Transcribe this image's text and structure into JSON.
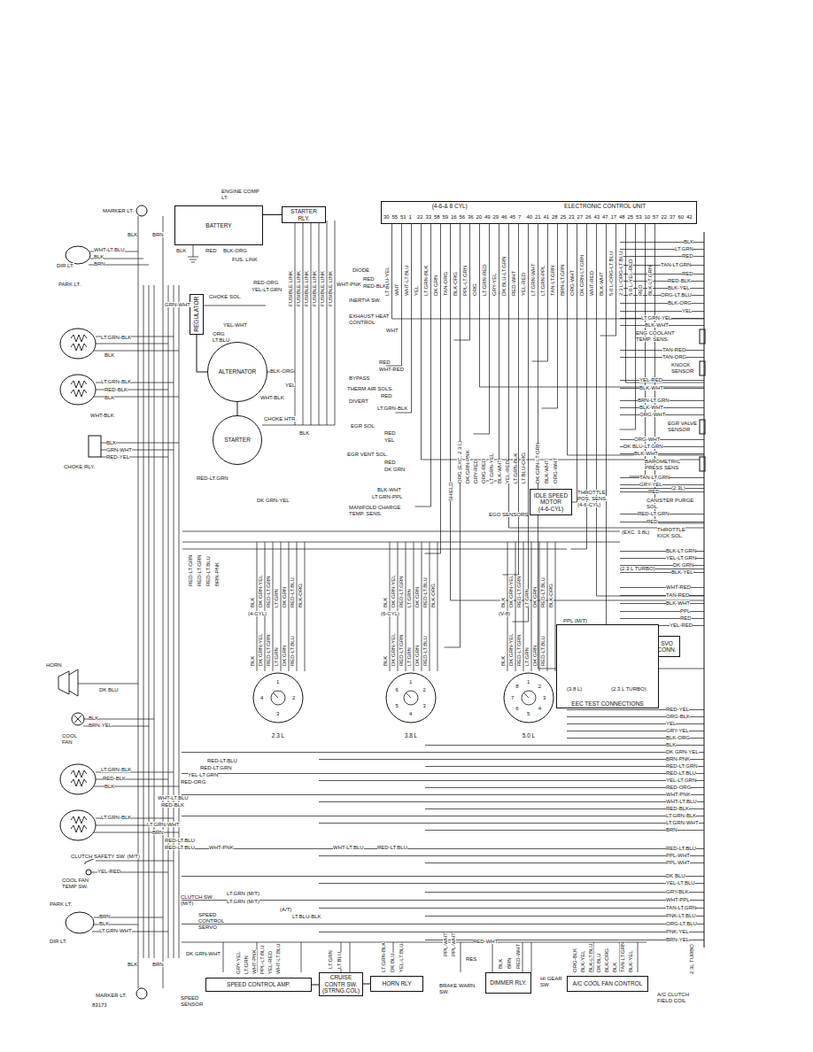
{
  "diagram": {
    "nodes": [
      {
        "text": [
          "BATTERY"
        ]
      },
      {
        "text": [
          "STARTER RLY."
        ]
      },
      {
        "text": [
          "(4-6-& 8 CYL)",
          "ELECTRONIC CONTROL UNIT"
        ]
      },
      {
        "text": [
          "REGULATOR"
        ]
      },
      {
        "text": [
          "ALTERNATOR"
        ]
      },
      {
        "text": [
          "STARTER"
        ]
      },
      {
        "text": [
          "IDLE SPEED MOTOR",
          "(4-6-CYL)"
        ]
      },
      {
        "text": [
          "SVO CONN."
        ]
      },
      {
        "text": [
          "EEC TEST CONNECTIONS"
        ]
      },
      {
        "text": [
          "2.3 L"
        ]
      },
      {
        "text": [
          "3.8 L"
        ]
      },
      {
        "text": [
          "5.0 L"
        ]
      },
      {
        "text": [
          "SPEED CONTROL AMP."
        ]
      },
      {
        "text": [
          "CRUISE CONTR SW.(STRNG.COL)"
        ]
      },
      {
        "text": [
          "HORN RLY"
        ]
      },
      {
        "text": [
          "DIMMER RLY."
        ]
      },
      {
        "text": [
          "A/C COOL FAN CONTROL"
        ]
      }
    ],
    "edges": [
      {
        "from": 0,
        "to": 1,
        "arrow": "none"
      },
      {
        "from": 3,
        "to": 4,
        "arrow": "none"
      },
      {
        "from": 4,
        "to": 5,
        "arrow": "none"
      },
      {
        "from": 12,
        "to": 13,
        "arrow": "none"
      },
      {
        "from": 13,
        "to": 14,
        "arrow": "none"
      }
    ],
    "labels": [
      "MARKER LT.",
      "DIR LT.",
      "WHT-LT.BLU",
      "BLK",
      "BRN",
      "PARK LT.",
      "BLK",
      "BRN",
      "ENGINE COMP LT.",
      "BLK",
      "RED",
      "BLK-ORG",
      "FUS. LINK",
      "RED-ORG",
      "YEL-LT.GRN",
      "CHOKE SOL.",
      "GRN-WHT",
      "YEL-WHT",
      "ORG",
      "LT.BLU",
      "BLK-ORG",
      "WHT-BLK",
      "CHOKE HTR.",
      "YEL",
      "BLK",
      "LT.GRN-BLK",
      "BLK",
      "LT.GRN-BLK",
      "RED-BLK",
      "BLK",
      "WHT-BLK",
      "BLK",
      "GRN-WHT",
      "RED-YEL",
      "CHOKE RLY.",
      "FUSIBLE LINK",
      "FUSIBLE LINK",
      "FUSIBLE LINK",
      "FUSIBLE LINK",
      "FUSIBLE LINK",
      "FUSIBLE LINK",
      "DIODE",
      "WHT-PNK",
      "RED",
      "RED-BLK",
      "INERTIA SW.",
      "EXHAUST HEAT CONTROL",
      "WHT",
      "RED",
      "WHT-RED",
      "BYPASS",
      "THERM AIR SOLS.",
      "DIVERT",
      "RED",
      "LT.GRN-BLK",
      "EGR SOL.",
      "RED",
      "YEL",
      "EGR VENT SOL.",
      "RED",
      "DK GRN",
      "BLK-WHT",
      "LT.GRN-PPL",
      "MANIFOLD CHARGE TEMP. SENS.",
      "SHIELD",
      "EGO SENSORS",
      "THROTTLE POS. SENS. (4-6-CYL)",
      "ORG (EXC. 2.3 L)",
      "DK GRN-PNK",
      "GRY-RED",
      "ORG-RED",
      "LT.GRN-YEL",
      "BLK-WHT",
      "YEL-RED",
      "LT.GRN-BLK",
      "LT.BLU-ORG",
      "DK GRN-LT.GRN",
      "BLK-WHT",
      "ORG-WHT",
      "LT.BLU-YEL",
      "WHT",
      "WHT-LT.BLU",
      "YEL",
      "LT.GRN-BLK",
      "DK GRN",
      "TAN-ORG",
      "BLK-ORG",
      "PPL-LT.GRN",
      "ORG",
      "LT.GRN-RED",
      "GRY-YEL",
      "DK BLU-LT.GRN",
      "RED-WHT",
      "YEL-RED",
      "LT.GRN-WHT",
      "LT.GRN-PPL",
      "TAN-LT.GRN",
      "BRN-LT.GRN",
      "ORG-WHT",
      "DK GRN-LT.GRN",
      "WHT-RED",
      "BLK-WHT",
      "5.0 L-ORG-LT.BLU",
      "2.3 L-ORG-LT.BLU",
      "5.0 L-YEL-RED",
      "RED",
      "BLK-LT.GRN",
      "30",
      "55",
      "51",
      "1",
      "22",
      "33",
      "58",
      "59",
      "16",
      "56",
      "36",
      "20",
      "49",
      "29",
      "46",
      "45",
      "7",
      "40",
      "21",
      "41",
      "28",
      "25",
      "23",
      "27",
      "26",
      "43",
      "47",
      "17",
      "48",
      "25",
      "53",
      "10",
      "57",
      "22",
      "37",
      "60",
      "42",
      "BLK",
      "LT.GRN",
      "RED",
      "TAN-LT.GRN",
      "RED",
      "RED-BLK",
      "BLK-YEL",
      "ORG-LT.BLU",
      "BLK-ORG",
      "YEL",
      "LT.GRN-YEL",
      "BLK-WHT",
      "ENG COOLANT TEMP. SENS.",
      "TAN-RED",
      "TAN-ORG",
      "KNOCK SENSOR",
      "YEL-RED",
      "BLK-WHT",
      "BRN-LT.GRN",
      "BLK-WHT",
      "ORG-WHT",
      "EGR VALVE SENSOR",
      "ORG-WHT",
      "DK BLU-LT.GRN",
      "BLK-WHT",
      "BAROMETRIC PRESS SENS",
      "TAN-LT.GRN",
      "GRY-YEL",
      "RED",
      "(2.3L)",
      "CANISTER PURGE SOL.",
      "RED-LT.GRN",
      "RED",
      "THROTTLE KICK SOL.",
      "(EXC. 3.8L)",
      "BLK-LT.GRN",
      "YEL-LT.GRN",
      "DK GRN",
      "(2.3 L TURBO)",
      "BLK-YEL",
      "WHT-RED",
      "TAN-RED",
      "BLK-WHT",
      "PPL",
      "RED",
      "YEL-RED",
      "PPL (M/T)",
      "(4-CYL)",
      "BLK",
      "DK GRN-YEL",
      "RED-LT.GRN",
      "LT.GRN",
      "DK GRN",
      "RED-LT.BLU",
      "BLK-ORG",
      "BLK",
      "DK GRN-YEL",
      "RED-LT.GRN",
      "LT.GRN",
      "DK GRN",
      "RED-LT.BLU",
      "1",
      "2",
      "3",
      "4",
      "(6-CYL)",
      "BLK",
      "DK GRN-YEL",
      "RED-LT.GRN",
      "LT.GRN",
      "DK GRN",
      "RED-LT.BLU",
      "BLK-ORG",
      "BLK",
      "DK GRN-YEL",
      "RED-LT.GRN",
      "LT.GRN",
      "DK GRN",
      "RED-LT.BLU",
      "1",
      "2",
      "3",
      "4",
      "5",
      "6",
      "(V-8)",
      "BLK",
      "DK GRN-YEL",
      "RED-LT.GRN",
      "LT.GRN",
      "DK GRN",
      "RED-LT.BLU",
      "BLK-ORG",
      "BLK",
      "DK GRN-YEL",
      "RED-LT.GRN",
      "LT.GRN",
      "DK GRN",
      "RED-LT.BLU",
      "1",
      "2",
      "3",
      "4",
      "5",
      "6",
      "7",
      "8",
      "WHT-LT.BLU",
      "PPL",
      "LT.BLU",
      "BLK-WHT",
      "WHT-RED",
      "BLK-WHT",
      "TAN-RED",
      "WHT-RED",
      "(3.8 L)",
      "(2.3 L TURBO)",
      "RED-YEL",
      "ORG-BLK",
      "YEL",
      "GRY-YEL",
      "BLK-ORG",
      "BLK",
      "DK GRN-YEL",
      "BRN-PNK",
      "RED-LT.GRN",
      "RED-LT.BLU",
      "YEL-LT.GRN",
      "RED-ORG",
      "WHT-PNK",
      "WHT-LT.BLU",
      "RED-BLK",
      "LT.GRN-BLK",
      "LT.GRN-WHT",
      "BRN",
      "RED-LT.BLU",
      "PPL-WHT",
      "PPL-WHT",
      "DK BLU",
      "YEL-LT.BLU",
      "GRY-BLK",
      "WHT-PPL",
      "TAN-LT.GRN",
      "PNK-LT.BLU",
      "ORG-LT.BLU",
      "PNK-YEL",
      "BRN-YEL",
      "HORN",
      "DK BLU",
      "BLK",
      "BRN-YEL",
      "COOL FAN",
      "LT.GRN-BLK",
      "RED-BLK",
      "BLK",
      "RED-LT.BLU",
      "RED-LT.GRN",
      "YEL-LT.GRN",
      "RED-ORG",
      "WHT-LT.BLU",
      "RED-BLK",
      "LT.GRN-BLK",
      "LT.GRN-WHT",
      "BRN",
      "RED-LT.BLU",
      "RED-LT.BLU",
      "WHT-PNK",
      "WHT-LT.BLU",
      "RED-LT.BLU",
      "CLUTCH SAFETY SW. (M/T)",
      "YEL-RED",
      "COOL FAN TEMP SW.",
      "PARK LT.",
      "BRN",
      "BLK",
      "LT.GRN-WHT",
      "DIR LT.",
      "MARKER LT.",
      "BLK",
      "BRN",
      "83173",
      "CLUTCH SW. (M/T)",
      "LT.GRN (M/T)",
      "LT.GRN (M/T)",
      "(A/T)",
      "SPEED CONTROL SERVO",
      "GRY-YEL",
      "LT.GRN",
      "WHT-PNK",
      "PPL-LT.BLU",
      "YEL-RED",
      "WHT-LT.BLU",
      "DK GRN-WHT",
      "SPEED SENSOR",
      "LT.BLU-BLK",
      "LT.GRN-BLK",
      "DK BLU",
      "YEL-LT.BLU",
      "LT.GRN",
      "LT.BLU",
      "PPL-WHT",
      "PPL-WHT",
      "BRAKE WARN. SW.",
      "RES",
      "RED-WHT",
      "BLK",
      "BRN",
      "RED-WHT",
      "HI GEAR SW",
      "ORG-BLK",
      "BLK-YEL",
      "BLK-LT.BLU",
      "DK BLU",
      "BLK-ORG",
      "BLK",
      "TAN-LT.GRN",
      "BLK-YEL",
      "A/C CLUTCH FIELD COIL",
      "2.3L TURBO",
      "RED-LT.GRN",
      "DK GRN-YEL",
      "RED-LT.GRN",
      "RED-LT.GRN",
      "RED-LT.BLU",
      "BRN-PNK"
    ]
  }
}
